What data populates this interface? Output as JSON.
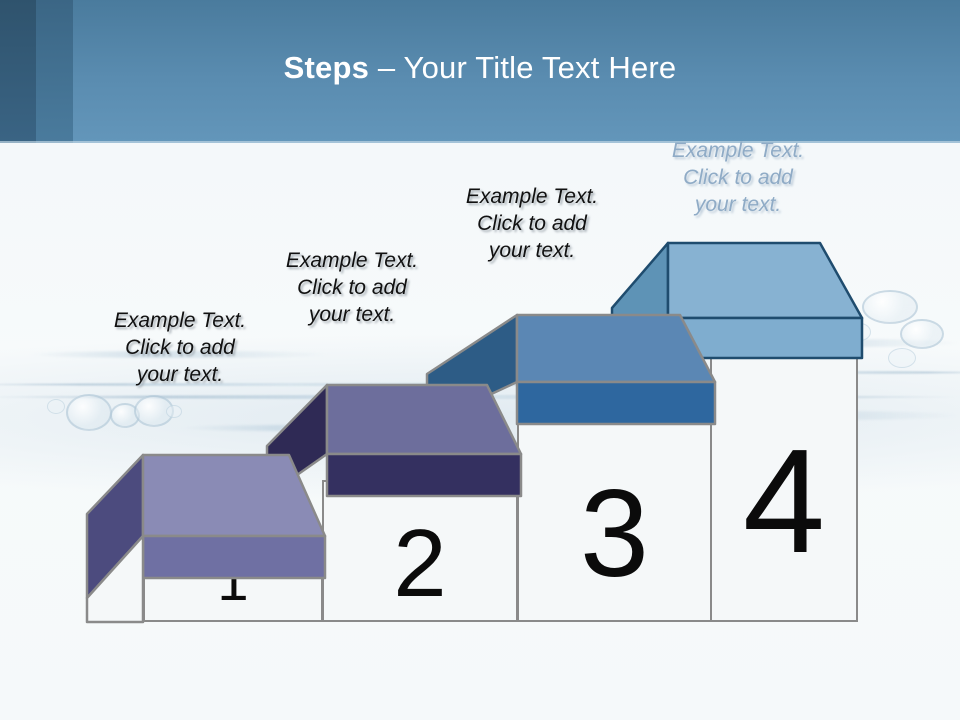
{
  "slide": {
    "title_strong": "Steps",
    "title_rest": " – Your Title Text Here",
    "background_color": "#f7fafb",
    "header_color": "#5a8cb0",
    "header_band_dark": "#2f536d",
    "header_band_mid": "#3b6685",
    "title_color": "#ffffff"
  },
  "steps": [
    {
      "number": "1",
      "caption": "Example Text.\nClick  to add\nyour text.",
      "caption_color": "#111111",
      "top_color": "#8a8bb5",
      "side_color": "#4c4b7e",
      "front_color": "#6f70a3",
      "outline_color": "#8a8a8a"
    },
    {
      "number": "2",
      "caption": "Example Text.\nClick  to add\nyour text.",
      "caption_color": "#111111",
      "top_color": "#6d6e9c",
      "side_color": "#2f2a55",
      "front_color": "#343060",
      "outline_color": "#8a8a8a"
    },
    {
      "number": "3",
      "caption": "Example Text.\nClick  to add\nyour text.",
      "caption_color": "#111111",
      "top_color": "#5b87b4",
      "side_color": "#2d5c86",
      "front_color": "#2e679f",
      "outline_color": "#8a8a8a"
    },
    {
      "number": "4",
      "caption": "Example Text.\nClick  to add\nyour text.",
      "caption_color": "#8fabc6",
      "top_color": "#87b2d2",
      "side_color": "#5e93b6",
      "front_color": "#7fadcf",
      "outline_color": "#1f4c6e"
    }
  ],
  "chart_data": {
    "type": "bar",
    "title": "Steps – Your Title Text Here",
    "categories": [
      "1",
      "2",
      "3",
      "4"
    ],
    "values": [
      1,
      2,
      3,
      4
    ],
    "xlabel": "",
    "ylabel": "",
    "legend": [
      "Example Text. Click  to add your text."
    ]
  }
}
